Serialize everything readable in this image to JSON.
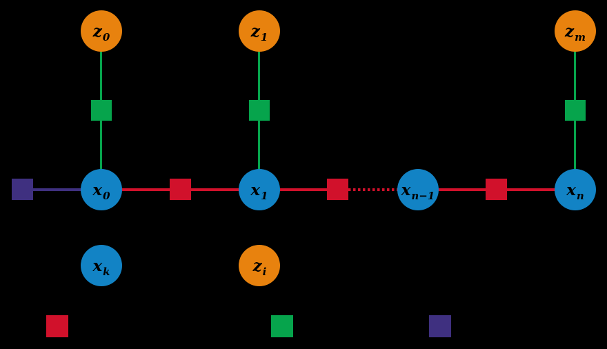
{
  "colors": {
    "background": "#000000",
    "state_node": "#1283C5",
    "measurement_node": "#E8820E",
    "measurement_factor": "#06A44C",
    "odometry_factor": "#D1112B",
    "prior_factor": "#3F3080",
    "label_text": "#000000"
  },
  "nodes": {
    "z0": {
      "base": "z",
      "sub": "0"
    },
    "z1": {
      "base": "z",
      "sub": "1"
    },
    "zm": {
      "base": "z",
      "sub": "m"
    },
    "x0": {
      "base": "x",
      "sub": "0"
    },
    "x1": {
      "base": "x",
      "sub": "1"
    },
    "xn_minus_1": {
      "base": "x",
      "sub": "n−1"
    },
    "xn": {
      "base": "x",
      "sub": "n"
    }
  },
  "legend": {
    "state_node": {
      "base": "x",
      "sub": "k",
      "shape": "circle",
      "color": "#1283C5"
    },
    "measurement_node": {
      "base": "z",
      "sub": "i",
      "shape": "circle",
      "color": "#E8820E"
    },
    "odometry_factor": {
      "shape": "square",
      "color": "#D1112B"
    },
    "measurement_factor": {
      "shape": "square",
      "color": "#06A44C"
    },
    "prior_factor": {
      "shape": "square",
      "color": "#3F3080"
    }
  }
}
